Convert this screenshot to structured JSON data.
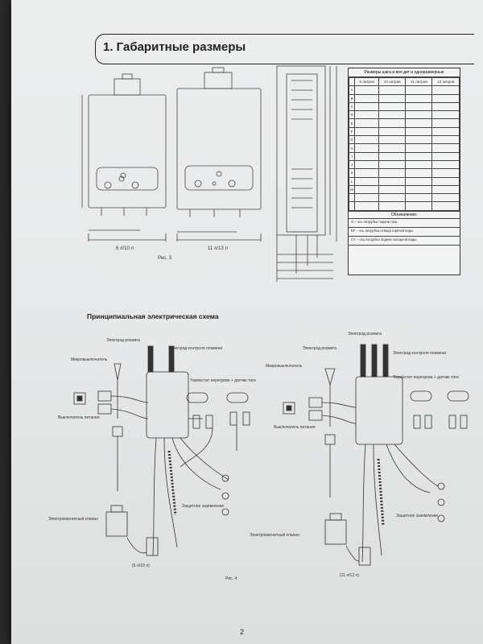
{
  "page": {
    "title": "1. Габаритные размеры",
    "fig3_caption": "Рис. 3",
    "fig4_caption": "Рис. 4",
    "page_number": "2"
  },
  "heaters": {
    "left_label": "6 л/10 л",
    "right_label": "11 л/13 л"
  },
  "dim_table": {
    "title": "Размеры шага и вол дет и одноразмерные",
    "headers": [
      "",
      "6 литров",
      "10 литров",
      "11 литров",
      "13 литров"
    ],
    "rows": [
      [
        "A",
        "",
        "",
        "",
        ""
      ],
      [
        "B",
        "",
        "",
        "",
        ""
      ],
      [
        "C",
        "",
        "",
        "",
        ""
      ],
      [
        "D",
        "",
        "",
        "",
        ""
      ],
      [
        "E",
        "",
        "",
        "",
        ""
      ],
      [
        "F",
        "",
        "",
        "",
        ""
      ],
      [
        "G",
        "",
        "",
        "",
        ""
      ],
      [
        "H",
        "",
        "",
        "",
        ""
      ],
      [
        "I",
        "",
        "",
        "",
        ""
      ],
      [
        "J",
        "",
        "",
        "",
        ""
      ],
      [
        "K",
        "",
        "",
        "",
        ""
      ],
      [
        "L",
        "",
        "",
        "",
        ""
      ],
      [
        "M",
        "",
        "",
        "",
        ""
      ],
      [
        "",
        "",
        "",
        "",
        ""
      ],
      [
        "",
        "",
        "",
        "",
        ""
      ]
    ],
    "notes_heading": "Обозначения:",
    "notes": [
      "G – ось патрубка подачи газа",
      "EF – ось патрубка отвода горячей воды",
      "CY – ось патрубка подачи холодной воды"
    ]
  },
  "electric": {
    "section_title": "Принципиальная электрическая схема",
    "left": {
      "ignition_electrode": "Электрод розжига",
      "flame_electrode": "Электрод контроля пламени",
      "microswitch": "Микровыключатель",
      "thermostat": "Термостат перегрева + датчик тяги",
      "power_switch": "Выключатель питания",
      "grounding": "Защитное заземление",
      "solenoid_valve": "Электромагнитный клапан",
      "caption": "(6 л/10 л)"
    },
    "right": {
      "ignition_electrode": "Электрод розжига",
      "flame_electrode": "Электрод контроля пламени",
      "microswitch": "Микровыключатель",
      "thermostat": "Термостат перегрева + датчик тяги",
      "power_switch": "Выключатель питания",
      "grounding": "Защитное заземление",
      "solenoid_valve": "Электромагнитный клапан",
      "caption": "(11 л/13 л)"
    }
  }
}
